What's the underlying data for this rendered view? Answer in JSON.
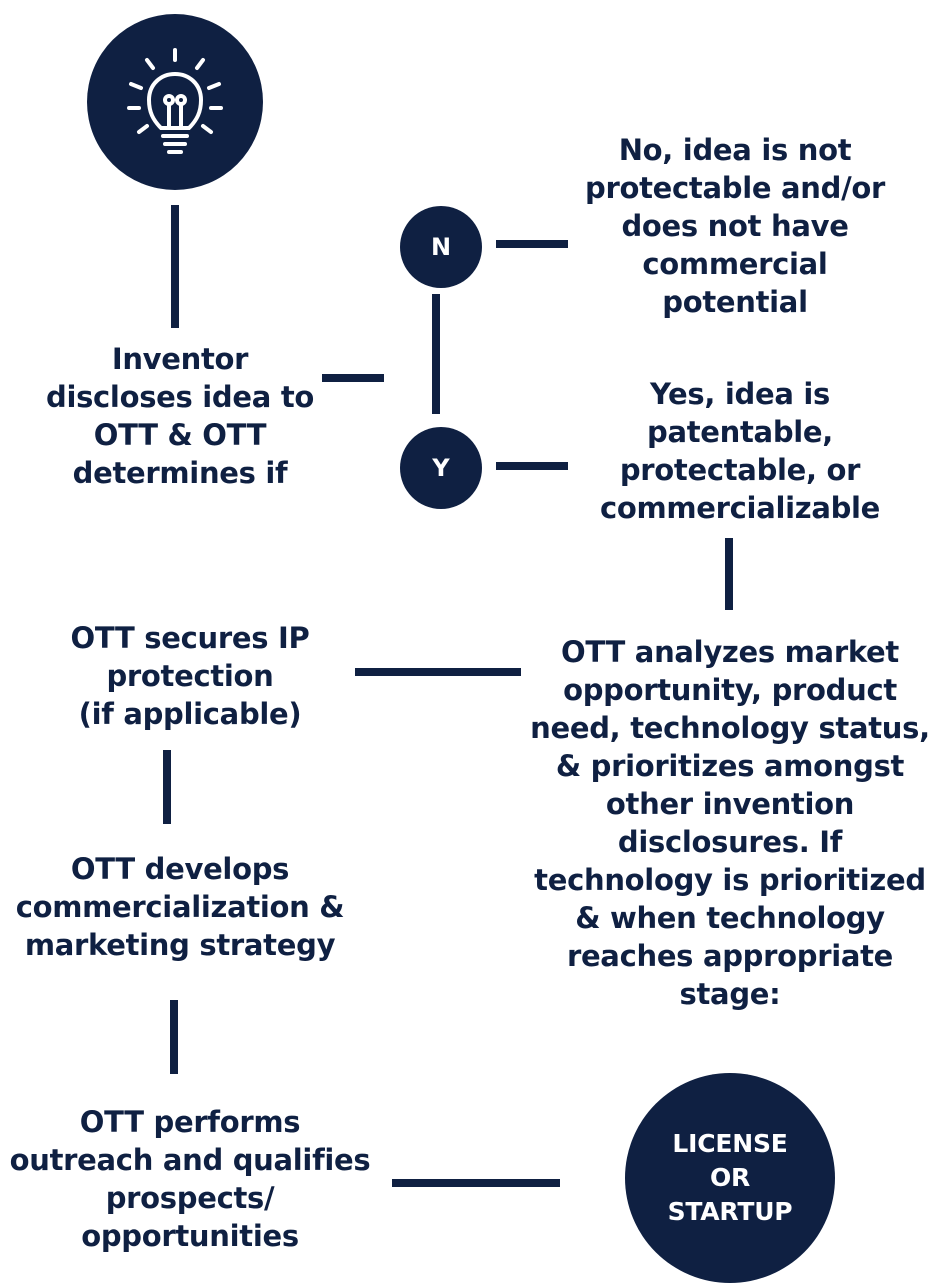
{
  "icon": "lightbulb-icon",
  "colors": {
    "primary": "#0f2042",
    "background": "#ffffff",
    "circle_text": "#ffffff"
  },
  "nodes": {
    "disclose": "Inventor\ndiscloses idea to\nOTT & OTT\ndetermines if",
    "decision_no_letter": "N",
    "decision_yes_letter": "Y",
    "no_outcome": "No, idea is not\nprotectable and/or\ndoes not have\ncommercial\npotential",
    "yes_outcome": "Yes, idea is\npatentable,\nprotectable, or\ncommercializable",
    "analyze": "OTT analyzes market\nopportunity, product\nneed, technology status,\n& prioritizes amongst\nother invention\ndisclosures. If\ntechnology is prioritized\n& when technology\nreaches appropriate\nstage:",
    "secure_ip": "OTT secures IP\nprotection\n(if applicable)",
    "develop": "OTT develops\ncommercialization &\nmarketing strategy",
    "outreach": "OTT performs\noutreach and qualifies\nprospects/\nopportunities",
    "end": "LICENSE\nOR\nSTARTUP"
  }
}
